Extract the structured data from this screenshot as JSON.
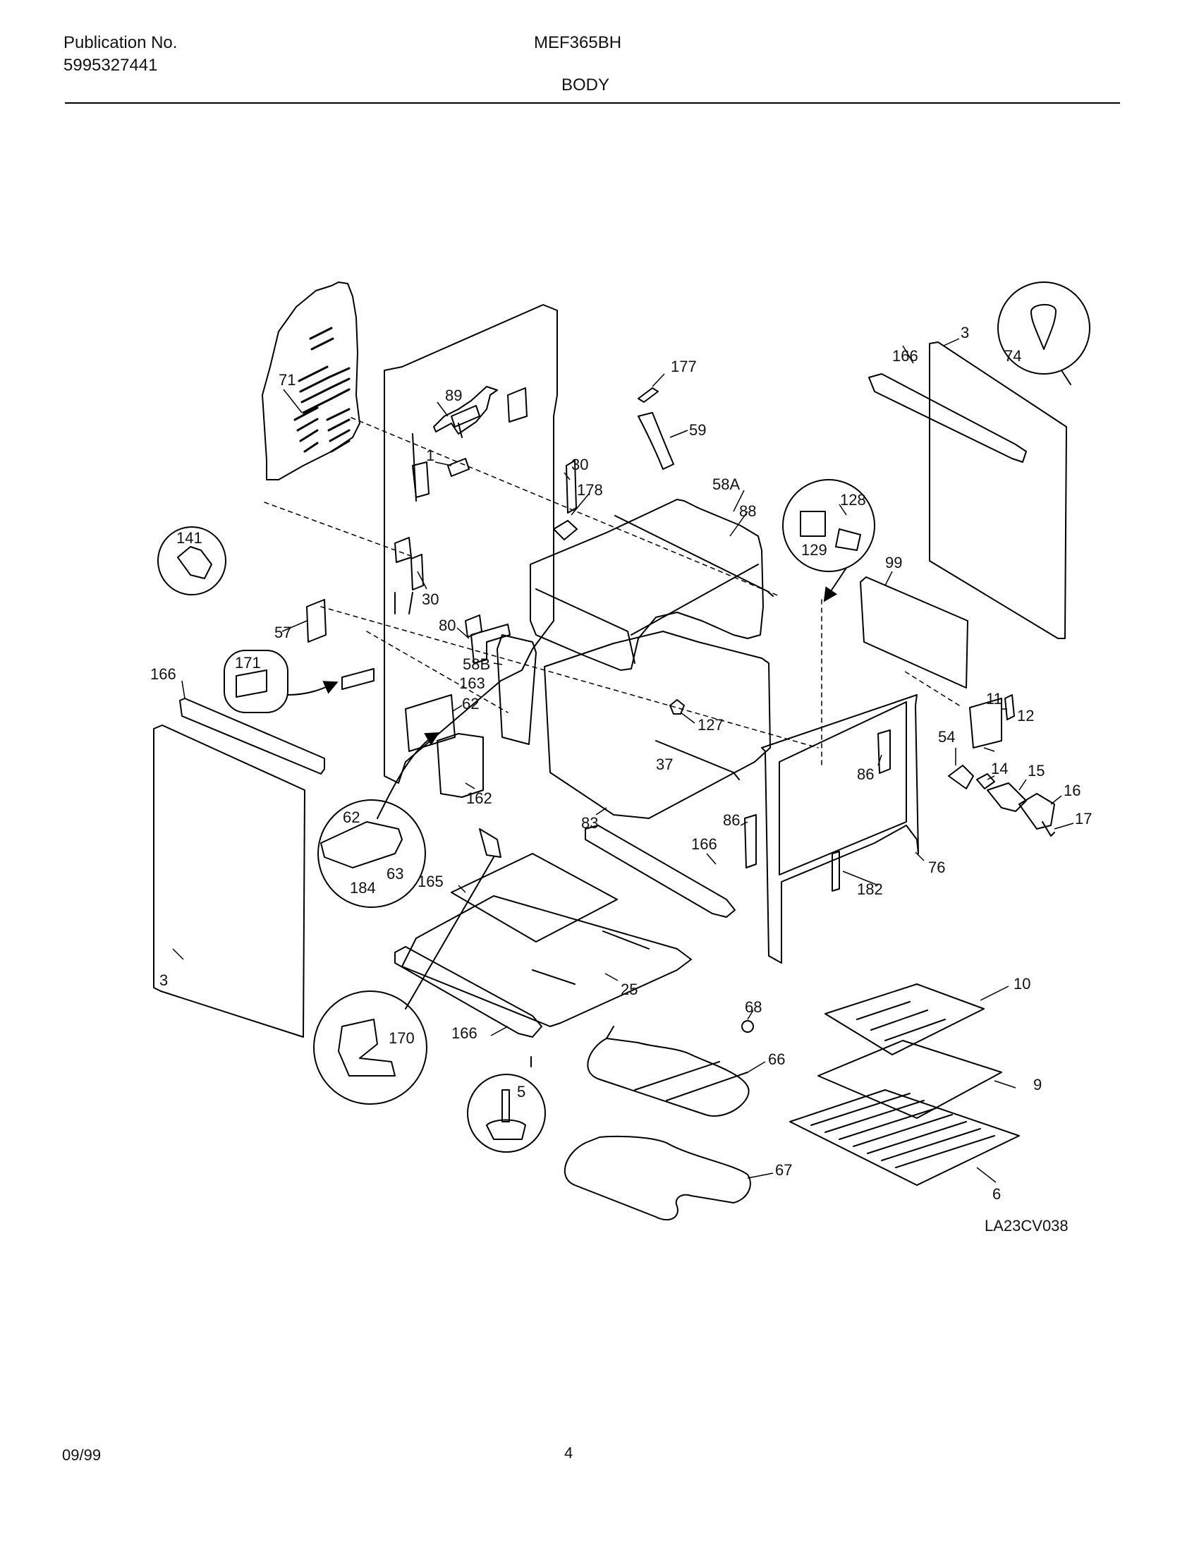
{
  "header": {
    "publication_label": "Publication No.",
    "publication_number": "5995327441",
    "model": "MEF365BH",
    "section": "BODY"
  },
  "diagram": {
    "drawing_id": "LA23CV038",
    "callouts": {
      "c71": "71",
      "c89": "89",
      "c177": "177",
      "c59": "59",
      "c1": "1",
      "c30a": "30",
      "c178": "178",
      "c58a": "58A",
      "c88": "88",
      "c128": "128",
      "c129": "129",
      "c166a": "166",
      "c3a": "3",
      "c74": "74",
      "c141": "141",
      "c30b": "30",
      "c99": "99",
      "c57": "57",
      "c80": "80",
      "c171": "171",
      "c166b": "166",
      "c58b": "58B",
      "c163": "163",
      "c62a": "62",
      "c11": "11",
      "c12": "12",
      "c127": "127",
      "c54": "54",
      "c14": "14",
      "c15": "15",
      "c16": "16",
      "c17": "17",
      "c162": "162",
      "c37": "37",
      "c86a": "86",
      "c62b": "62",
      "c83": "83",
      "c86b": "86",
      "c166c": "166",
      "c76": "76",
      "c184": "184",
      "c63": "63",
      "c165": "165",
      "c182": "182",
      "c3b": "3",
      "c25": "25",
      "c10": "10",
      "c68": "68",
      "c170": "170",
      "c166d": "166",
      "c66": "66",
      "c5": "5",
      "c9": "9",
      "c67": "67",
      "c6": "6"
    }
  },
  "footer": {
    "date": "09/99",
    "page": "4"
  }
}
